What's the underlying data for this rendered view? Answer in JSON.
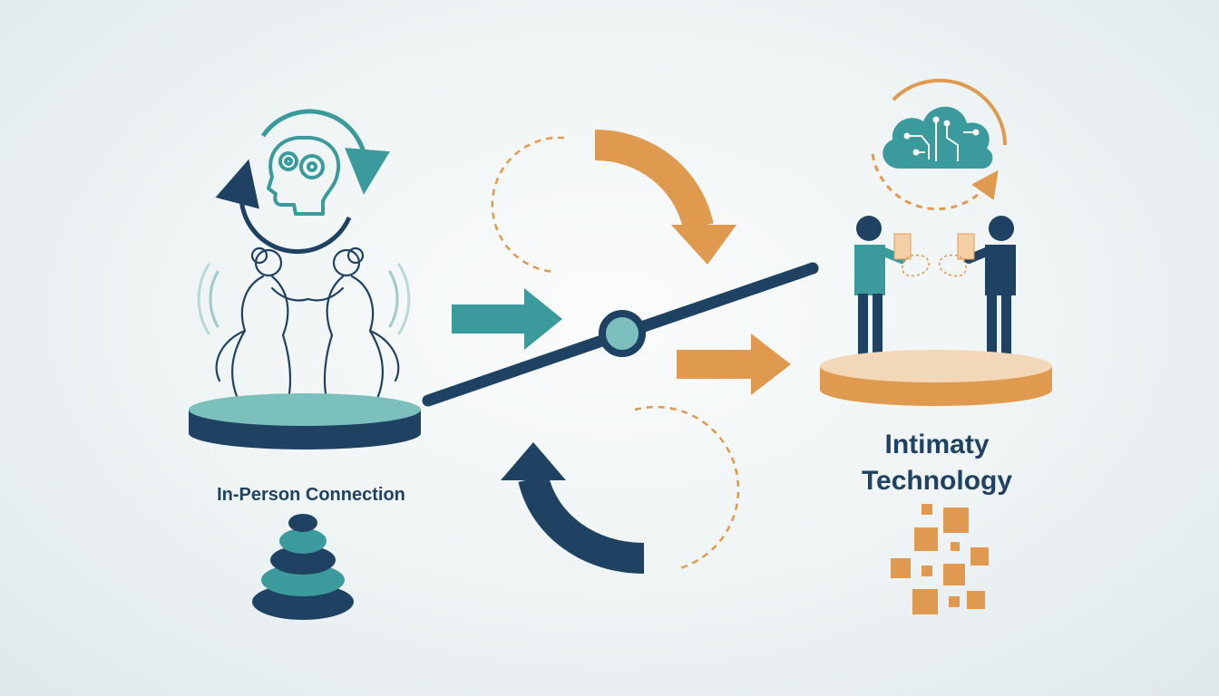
{
  "labels": {
    "left": "In-Person Connection",
    "right_line1": "Intimaty",
    "right_line2": "Technology"
  },
  "colors": {
    "navy": "#1f4262",
    "teal": "#3a9a9c",
    "teal_light": "#7cc0bd",
    "orange": "#e09a4f",
    "orange_light": "#f2d8b8",
    "skin": "#f3cfa6"
  },
  "icons": [
    "brain-gears-icon",
    "cloud-circuit-icon",
    "cycle-arrow-icon",
    "balance-beam-icon",
    "pixel-blocks-icon",
    "stacked-stones-icon"
  ]
}
